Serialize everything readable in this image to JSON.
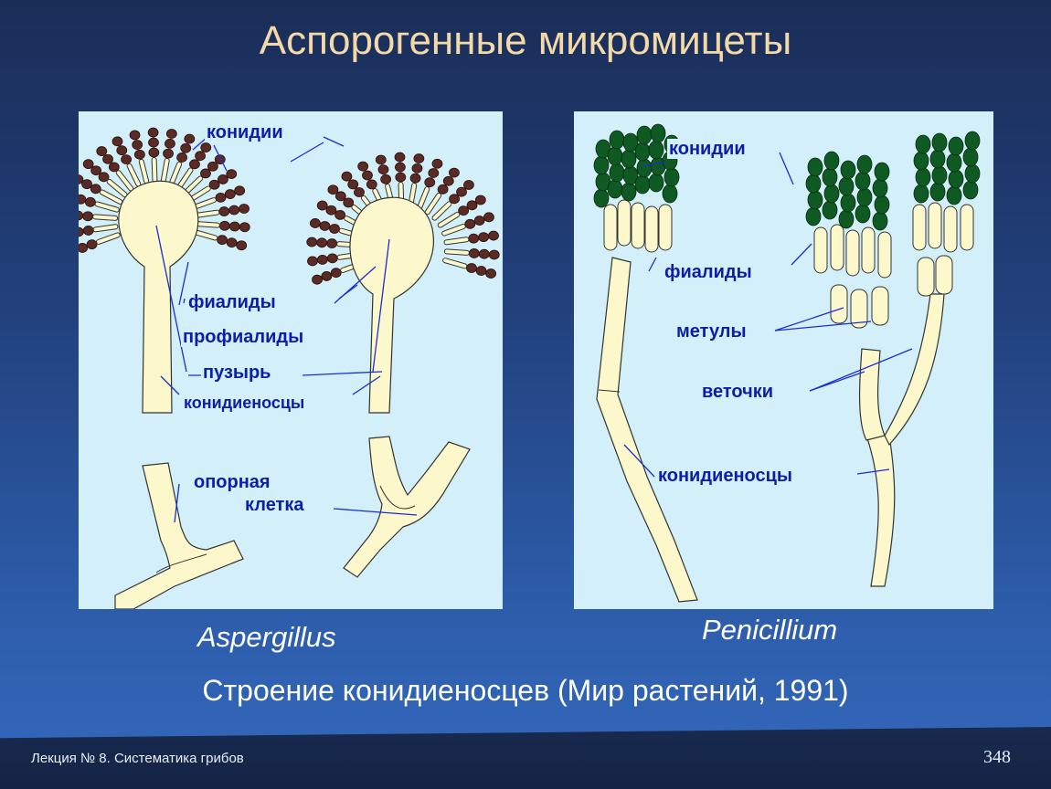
{
  "slide": {
    "title": "Аспорогенные микромицеты",
    "subtitle": "Строение конидиеносцев (Мир растений, 1991)",
    "footer": "Лекция № 8. Систематика грибов",
    "page_number": "348"
  },
  "aspergillus": {
    "caption": "Aspergillus",
    "labels": {
      "conidia": "конидии",
      "phialides": "фиалиды",
      "prophialides": "профиалиды",
      "vesicle": "пузырь",
      "conidiophores": "конидиеносцы",
      "support_cell_line1": "опорная",
      "support_cell_line2": "клетка"
    }
  },
  "penicillium": {
    "caption": "Penicillium",
    "labels": {
      "conidia": "конидии",
      "phialides": "фиалиды",
      "metulae": "метулы",
      "branches": "веточки",
      "conidiophores": "конидиеносцы"
    }
  },
  "colors": {
    "background": "#2a56a0",
    "title": "#f4d9a8",
    "panel": "#d3effa",
    "hypha_fill": "#fdf8cc",
    "aspergillus_conidia": "#5a2a24",
    "penicillium_conidia": "#0f5a22",
    "label_text": "#0a1ea8"
  }
}
